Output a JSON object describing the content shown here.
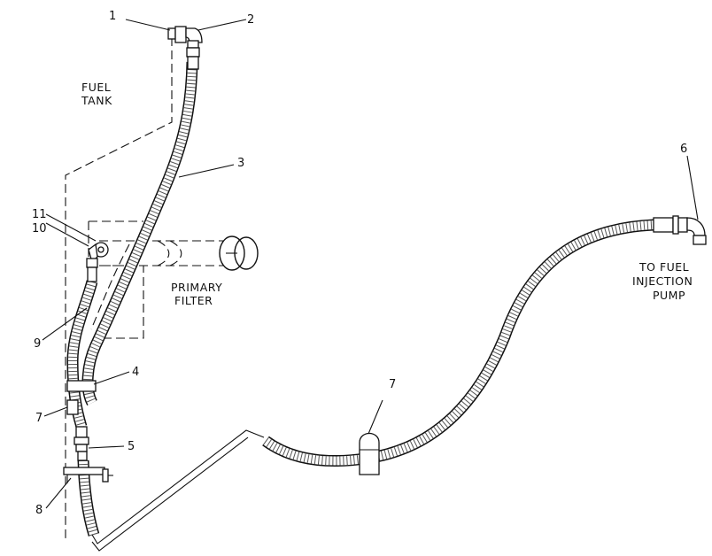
{
  "labels": {
    "fuel_tank_line1": "FUEL",
    "fuel_tank_line2": "TANK",
    "primary_filter_line1": "PRIMARY",
    "primary_filter_line2": "FILTER",
    "pump_line1": "TO FUEL",
    "pump_line2": "INJECTION",
    "pump_line3": "PUMP"
  },
  "callouts": {
    "c1": "1",
    "c2": "2",
    "c3": "3",
    "c4": "4",
    "c5": "5",
    "c6": "6",
    "c7a": "7",
    "c7b": "7",
    "c8": "8",
    "c9": "9",
    "c10": "10",
    "c11": "11"
  }
}
